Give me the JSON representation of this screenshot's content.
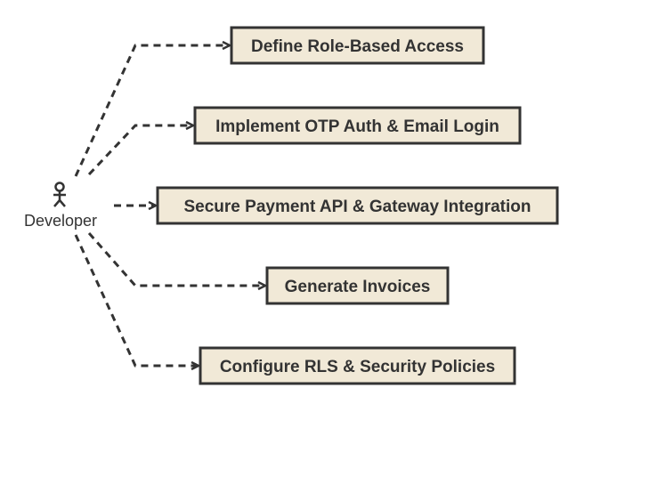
{
  "actor": {
    "label": "Developer",
    "icon": "stick-figure-icon"
  },
  "colors": {
    "box_fill": "#f1e9d7",
    "box_border": "#333333",
    "line": "#333333",
    "text": "#333333",
    "background": "#ffffff"
  },
  "tasks": [
    {
      "label": "Define Role-Based Access"
    },
    {
      "label": "Implement OTP Auth & Email Login"
    },
    {
      "label": "Secure Payment API & Gateway Integration"
    },
    {
      "label": "Generate Invoices"
    },
    {
      "label": "Configure RLS & Security Policies"
    }
  ]
}
